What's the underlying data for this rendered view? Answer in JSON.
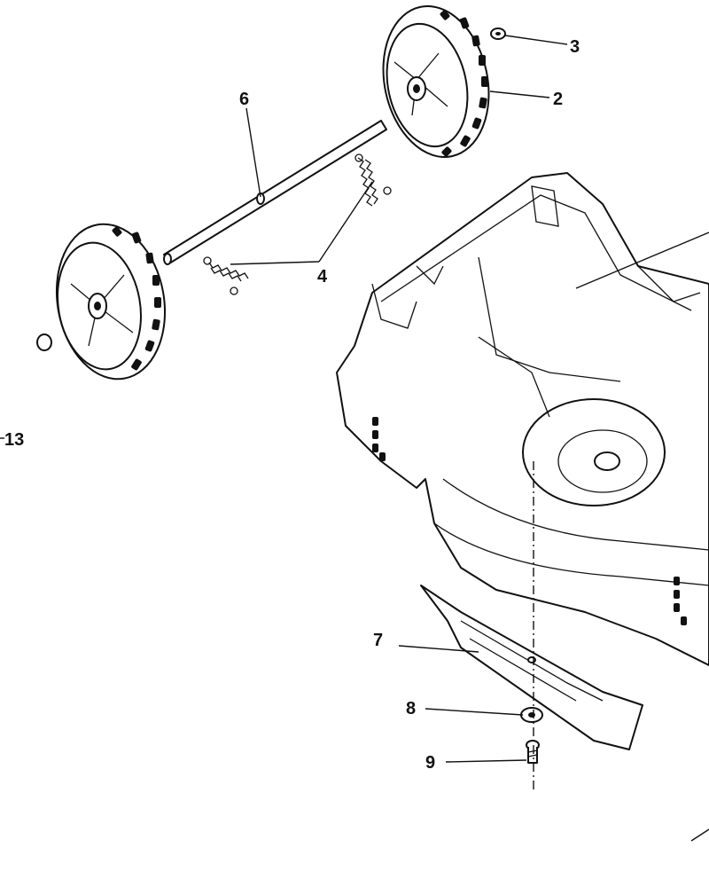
{
  "callouts": {
    "wheel_nut": "3",
    "rear_wheel": "2",
    "axle": "6",
    "springs": "4",
    "hub_cap": "13",
    "blade": "7",
    "washer": "8",
    "bolt": "9"
  }
}
